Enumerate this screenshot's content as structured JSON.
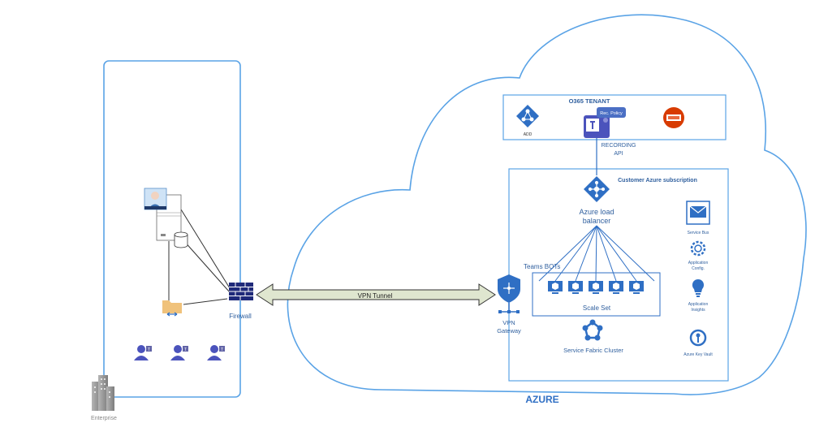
{
  "enterprise_label": "Enterprise",
  "firewall_label": "Firewall",
  "vpn_tunnel_label": "VPN Tunnel",
  "vpn_gateway_label": [
    "VPN",
    "Gateway"
  ],
  "azure_label": "AZURE",
  "o365": {
    "title": "O365 TENANT",
    "aad_label": "ADD",
    "rec_policy_label": "Rec. Policy",
    "recording_api_label": [
      "RECORDING",
      "API"
    ]
  },
  "subscription": {
    "title": "Customer Azure subscription",
    "load_balancer_label": [
      "Azure load",
      "balancer"
    ],
    "teams_bots_label": "Teams BOTs",
    "scale_set_label": "Scale Set",
    "service_fabric_label": "Service Fabric Cluster",
    "services": [
      {
        "name": "service-bus",
        "label": [
          "Service Bus"
        ]
      },
      {
        "name": "application-config",
        "label": [
          "Application",
          "Config."
        ]
      },
      {
        "name": "application-insights",
        "label": [
          "Application",
          "Insights"
        ]
      },
      {
        "name": "azure-key-vault",
        "label": [
          "Azure Key Vault"
        ]
      }
    ]
  },
  "colors": {
    "azure_blue": "#2f6fc4",
    "line_blue": "#5aa3e6",
    "teams_purple": "#4b53bc",
    "firewall_navy": "#1f2a7a",
    "tunnel_fill": "#dfe6cf",
    "office_red": "#d83b01"
  }
}
